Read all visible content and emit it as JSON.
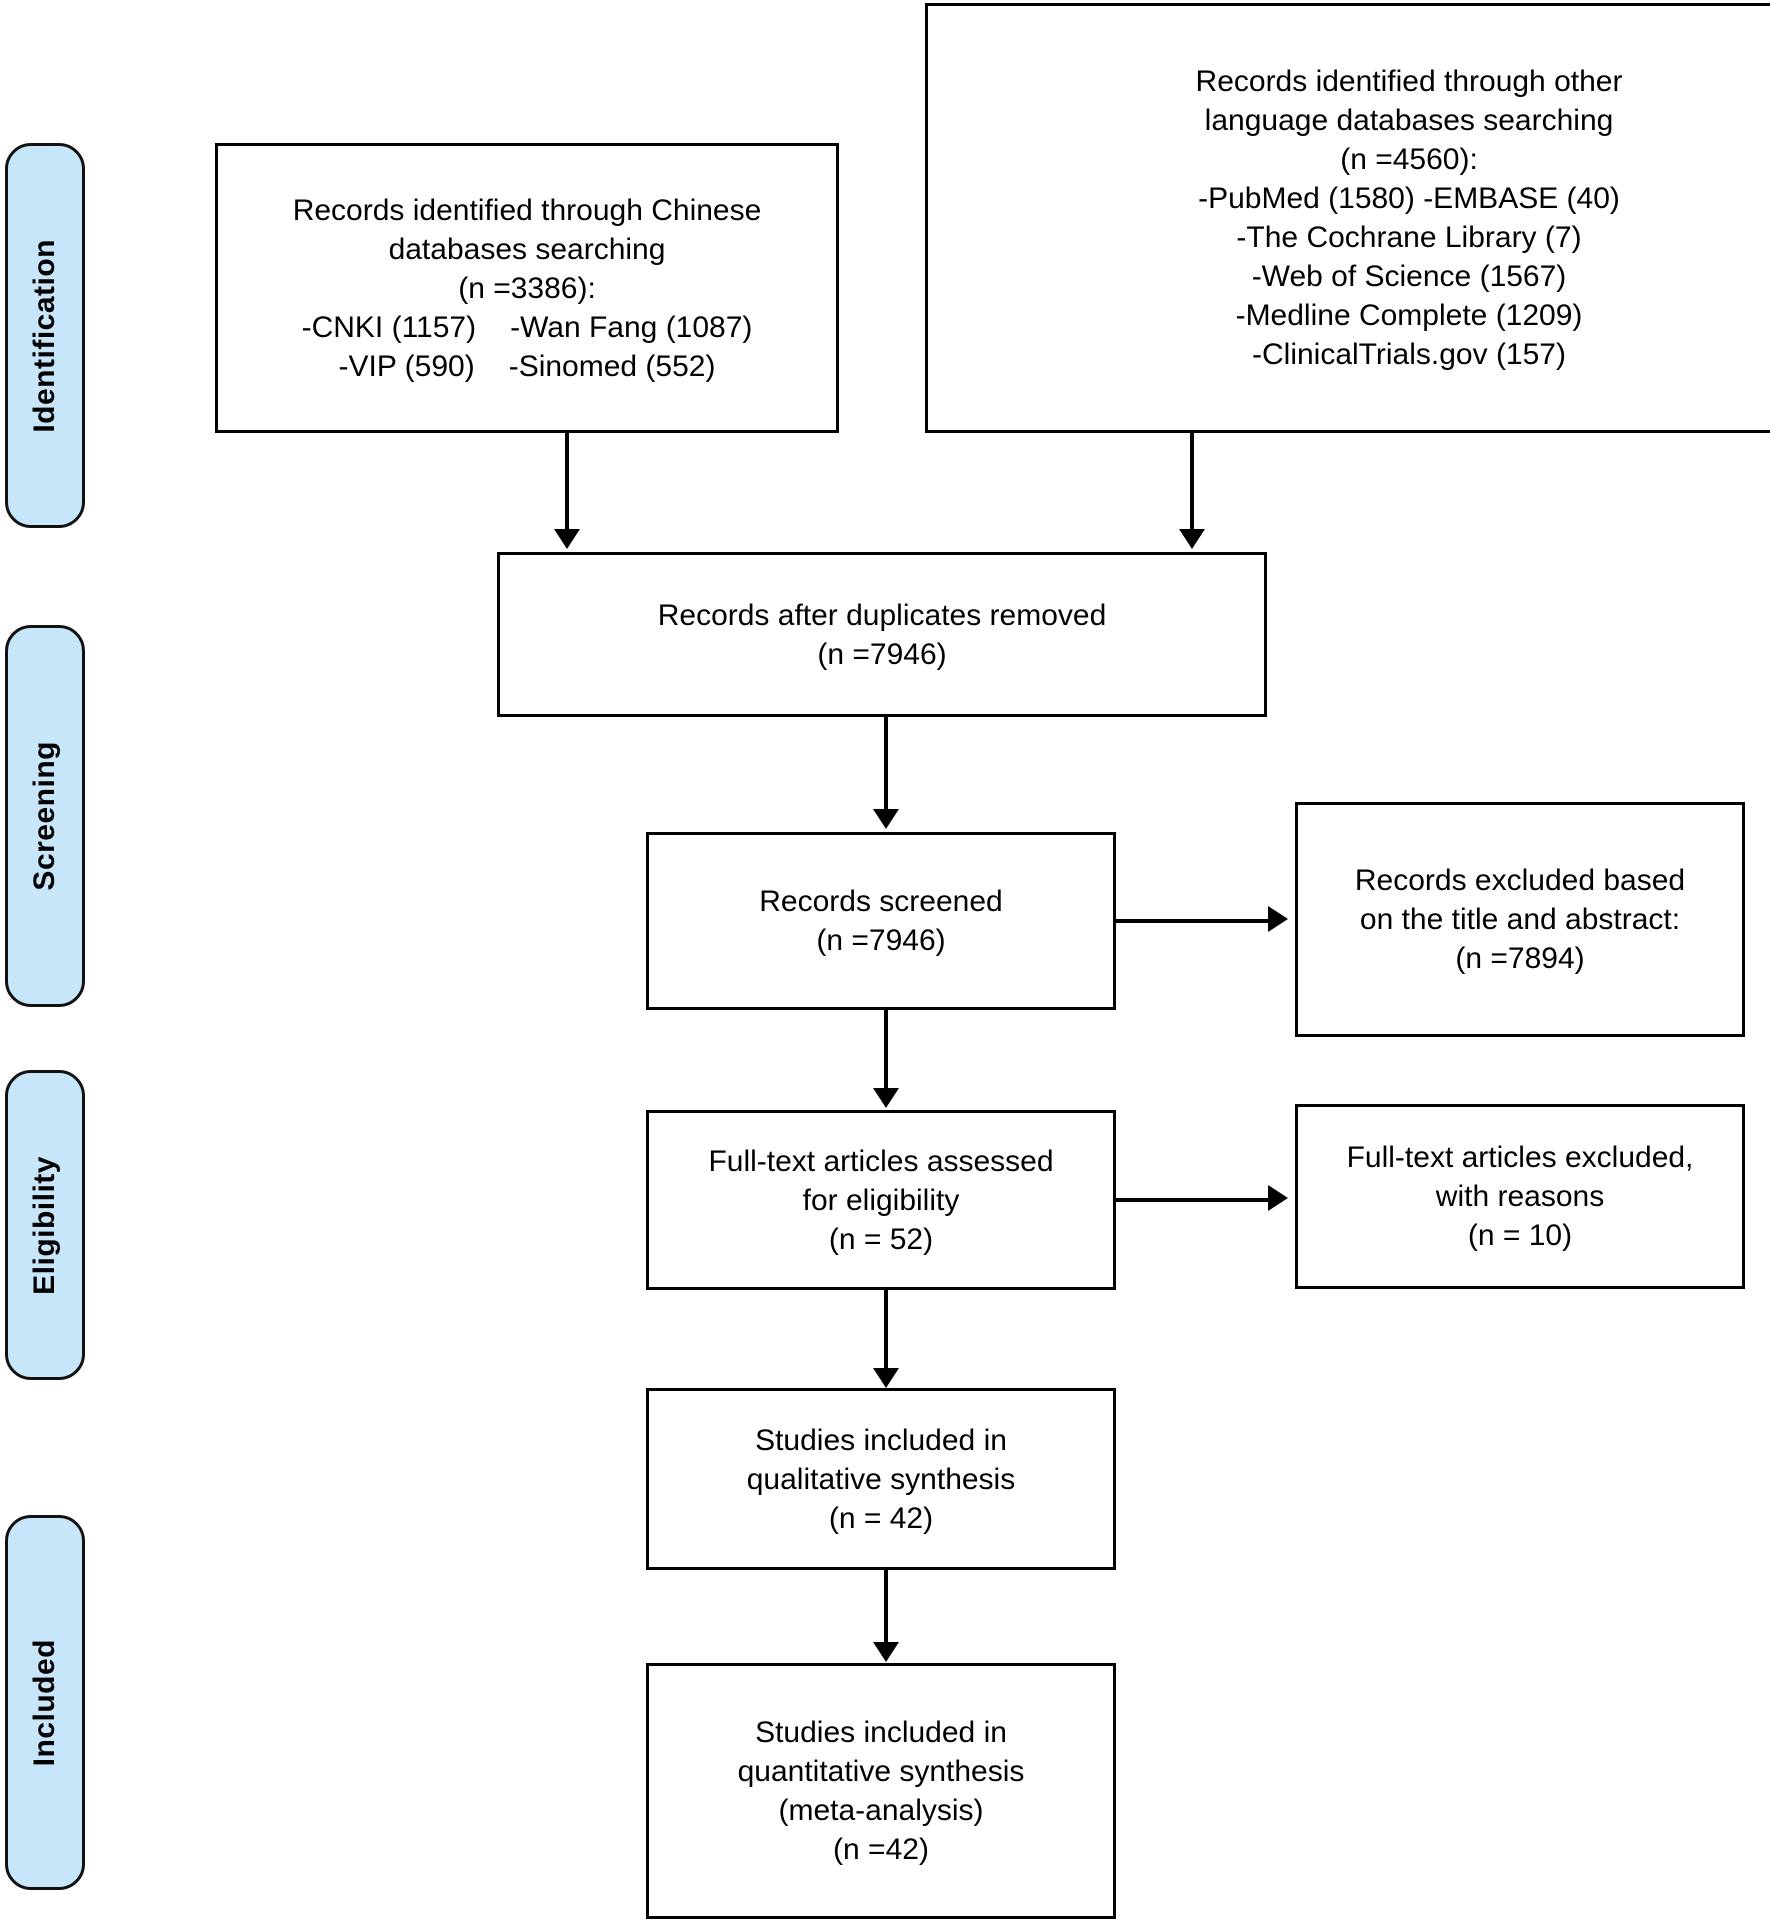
{
  "diagram": {
    "type": "PRISMA flow diagram",
    "phases": [
      {
        "id": "identification",
        "label": "Identification"
      },
      {
        "id": "screening",
        "label": "Screening"
      },
      {
        "id": "eligibility",
        "label": "Eligibility"
      },
      {
        "id": "included",
        "label": "Included"
      }
    ],
    "accent_color": "#c7e6f9",
    "border_color": "#000000",
    "nodes": {
      "chinese_databases": {
        "line1": "Records identified through Chinese",
        "line2": "databases searching",
        "line3": "(n =3386):",
        "row1_left": "-CNKI (1157)",
        "row1_right": "-Wan Fang (1087)",
        "row2_left": "-VIP (590)",
        "row2_right": "-Sinomed (552)"
      },
      "other_databases": {
        "line1": "Records identified through other",
        "line2": "language databases searching",
        "line3": "(n =4560):",
        "line4": "-PubMed (1580) -EMBASE (40)",
        "line5": "-The Cochrane Library (7)",
        "line6": "-Web of Science (1567)",
        "line7": "-Medline Complete (1209)",
        "line8": "-ClinicalTrials.gov (157)"
      },
      "duplicates_removed": {
        "line1": "Records after duplicates removed",
        "line2": "(n =7946)"
      },
      "records_screened": {
        "line1": "Records screened",
        "line2": "(n =7946)"
      },
      "records_excluded": {
        "line1": "Records excluded based",
        "line2": "on the title and abstract:",
        "line3": "(n =7894)"
      },
      "fulltext_assessed": {
        "line1": "Full-text articles assessed",
        "line2": "for eligibility",
        "line3": "(n = 52)"
      },
      "fulltext_excluded": {
        "line1": "Full-text articles excluded,",
        "line2": "with reasons",
        "line3": "(n = 10)"
      },
      "qualitative_synthesis": {
        "line1": "Studies included in",
        "line2": "qualitative synthesis",
        "line3": "(n = 42)"
      },
      "quantitative_synthesis": {
        "line1": "Studies included in",
        "line2": "quantitative synthesis",
        "line3": "(meta-analysis)",
        "line4": "(n =42)"
      }
    }
  }
}
